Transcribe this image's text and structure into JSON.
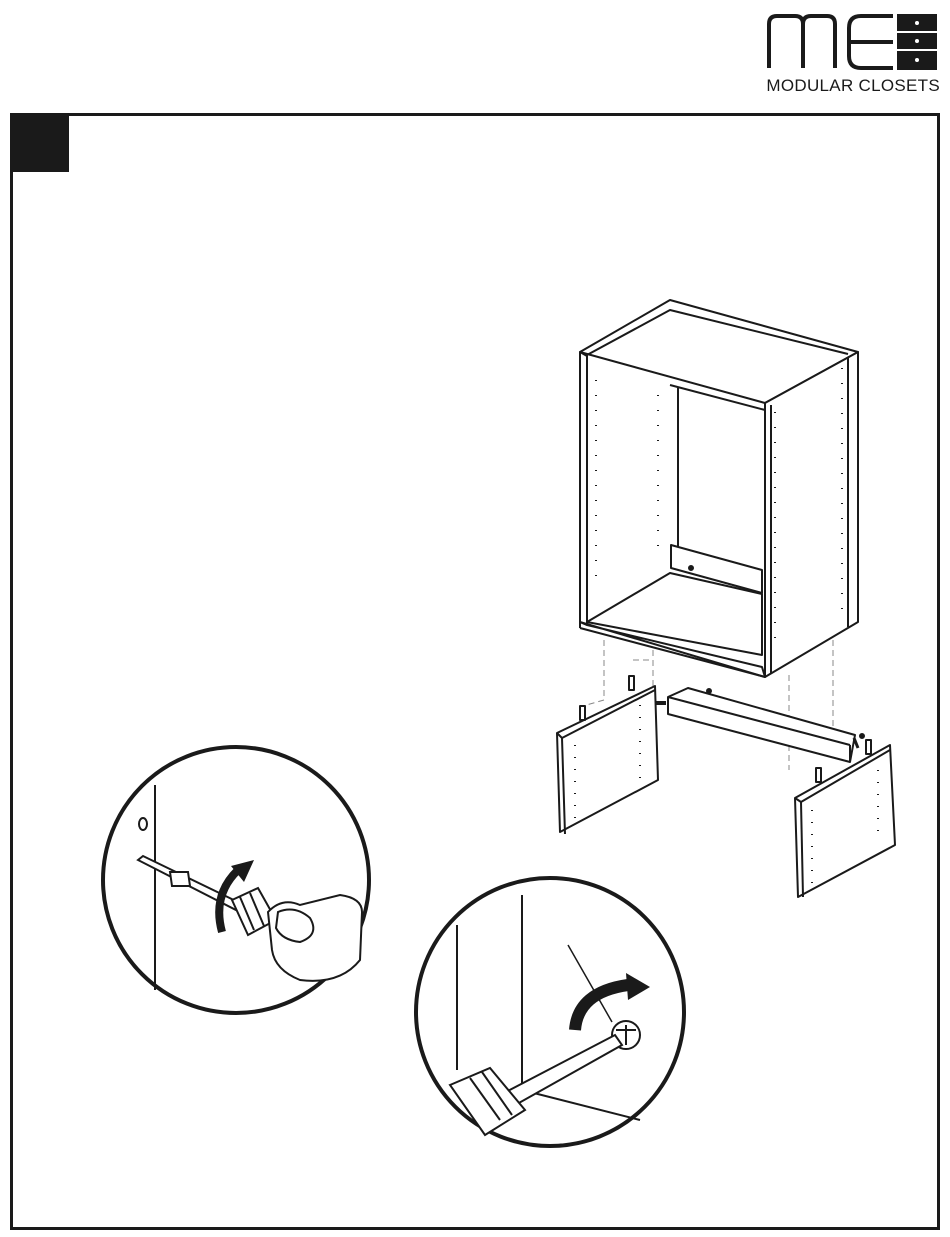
{
  "brand": {
    "name": "MODULAR CLOSETS",
    "logo": "me-monogram-logo"
  },
  "step": {
    "badge": "step-marker"
  },
  "illustrations": {
    "cabinet": "cabinet-assembly",
    "detail_left": "screwdriver-detail",
    "detail_right": "cam-lock-detail"
  },
  "colors": {
    "ink": "#1a1a1a",
    "paper": "#ffffff",
    "panel_edge": "#cfcfcf"
  }
}
